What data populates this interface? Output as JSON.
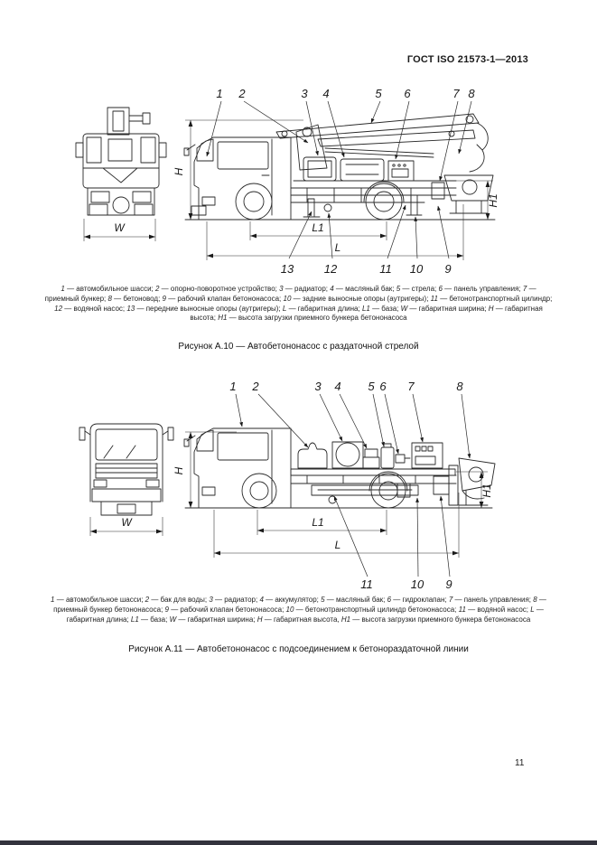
{
  "header": {
    "title": "ГОСТ ISO 21573-1—2013"
  },
  "page_number": "11",
  "figure_a10": {
    "callouts_top": [
      "1",
      "2",
      "3",
      "4",
      "5",
      "6",
      "7",
      "8"
    ],
    "callouts_bottom": [
      "13",
      "12",
      "11",
      "10",
      "9"
    ],
    "dims": {
      "H": "H",
      "H1": "H1",
      "L": "L",
      "L1": "L1",
      "W": "W"
    },
    "legend_items": [
      {
        "key": "1",
        "text": "автомобильное шасси"
      },
      {
        "key": "2",
        "text": "опорно-поворотное устройство"
      },
      {
        "key": "3",
        "text": "радиатор"
      },
      {
        "key": "4",
        "text": "масляный бак"
      },
      {
        "key": "5",
        "text": "стрела"
      },
      {
        "key": "6",
        "text": "панель управления"
      },
      {
        "key": "7",
        "text": "приемный бункер"
      },
      {
        "key": "8",
        "text": "бетоновод"
      },
      {
        "key": "9",
        "text": "рабочий клапан бетононасоса"
      },
      {
        "key": "10",
        "text": "задние выносные опоры (аутригеры)"
      },
      {
        "key": "11",
        "text": "бетонотранспортный цилиндр"
      },
      {
        "key": "12",
        "text": "водяной насос"
      },
      {
        "key": "13",
        "text": "передние выносные опоры (аутригеры)"
      },
      {
        "key": "L",
        "text": "габаритная длина"
      },
      {
        "key": "L1",
        "text": "база"
      },
      {
        "key": "W",
        "text": "габаритная ширина"
      },
      {
        "key": "H",
        "text": "габаритная высота"
      },
      {
        "key": "H1",
        "text": "высота загрузки приемного бункера бетононасоса"
      }
    ],
    "caption": "Рисунок А.10 — Автобетононасос с раздаточной стрелой"
  },
  "figure_a11": {
    "callouts_top": [
      "1",
      "2",
      "3",
      "4",
      "5",
      "6",
      "7",
      "8"
    ],
    "callouts_bottom": [
      "11",
      "10",
      "9"
    ],
    "dims": {
      "H": "H",
      "H1": "H1",
      "L": "L",
      "L1": "L1",
      "W": "W"
    },
    "legend_items": [
      {
        "key": "1",
        "text": "автомобильное шасси"
      },
      {
        "key": "2",
        "text": "бак для воды"
      },
      {
        "key": "3",
        "text": "радиатор"
      },
      {
        "key": "4",
        "text": "аккумулятор"
      },
      {
        "key": "5",
        "text": "масляный бак"
      },
      {
        "key": "6",
        "text": "гидроклапан"
      },
      {
        "key": "7",
        "text": "панель управления"
      },
      {
        "key": "8",
        "text": "приемный бункер бетононасоса"
      },
      {
        "key": "9",
        "text": "рабочий клапан бетононасоса"
      },
      {
        "key": "10",
        "text": "бетонотранспортный цилиндр бетононасоса"
      },
      {
        "key": "11",
        "text": "водяной насос"
      },
      {
        "key": "L",
        "text": "габаритная длина"
      },
      {
        "key": "L1",
        "text": "база"
      },
      {
        "key": "W",
        "text": "габаритная ширина"
      },
      {
        "key": "H",
        "text": "габаритная высота",
        "sep": ", "
      },
      {
        "key": "H1",
        "text": "высота загрузки приемного бункера бетононасоса"
      }
    ],
    "caption": "Рисунок А.11 — Автобетононасос с подсоединением к бетонораздаточной линии"
  }
}
